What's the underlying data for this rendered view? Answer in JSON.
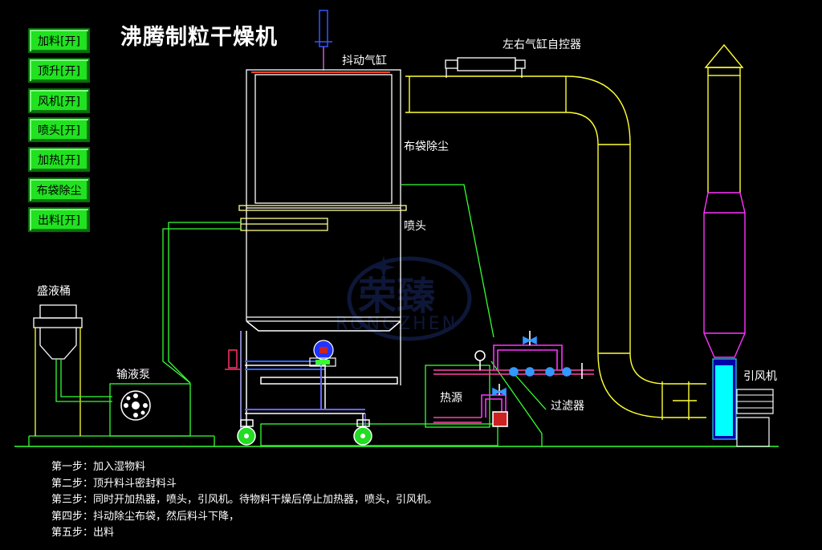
{
  "title": "沸腾制粒干燥机",
  "buttons": [
    {
      "label": "加料[开]"
    },
    {
      "label": "顶升[开]"
    },
    {
      "label": "风机[开]"
    },
    {
      "label": "喷头[开]"
    },
    {
      "label": "加热[开]"
    },
    {
      "label": "布袋除尘"
    },
    {
      "label": "出料[开]"
    }
  ],
  "labels": {
    "shake_cylinder": "抖动气缸",
    "lr_cylinder_control": "左右气缸自控器",
    "bag_filter": "布袋除尘",
    "nozzle": "喷头",
    "liquid_tank": "盛液桶",
    "liquid_pump": "输液泵",
    "heat_source": "热源",
    "air_filter": "过滤器",
    "induced_fan": "引风机"
  },
  "watermark": {
    "text": "荣臻",
    "subtext": "RONGZHEN"
  },
  "steps": [
    "第一步：加入湿物料",
    "第二步：顶升料斗密封料斗",
    "第三步：同时开加热器，喷头，引风机。待物料干燥后停止加热器，喷头，引风机。",
    "第四步：抖动除尘布袋，然后料斗下降，",
    "第五步：出料"
  ],
  "colors": {
    "frame": "#ffffff",
    "duct": "#ffff33",
    "pipe_green": "#33ff33",
    "chimney": "#ff33ff",
    "fan_window": "#00ffff",
    "button_bg": "#21e121"
  }
}
